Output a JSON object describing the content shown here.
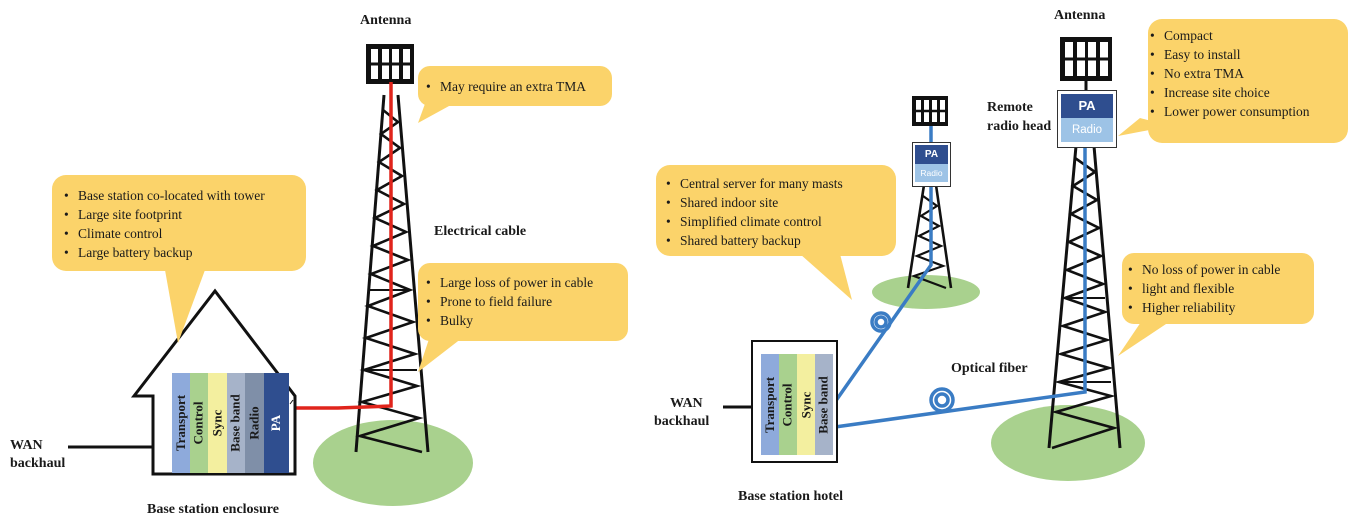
{
  "left": {
    "antenna_label": "Antenna",
    "tma_callout": [
      "May require an extra TMA"
    ],
    "enclosure_callout": [
      "Base station co-located with tower",
      "Large site footprint",
      "Climate control",
      "Large battery backup"
    ],
    "cable_label": "Electrical cable",
    "cable_callout": [
      "Large loss of power in cable",
      "Prone to field failure",
      "Bulky"
    ],
    "modules": [
      "Transport",
      "Control",
      "Sync",
      "Base band",
      "Radio",
      "PA"
    ],
    "wan_label_1": "WAN",
    "wan_label_2": "backhaul",
    "enclosure_label": "Base station enclosure"
  },
  "right": {
    "antenna_label": "Antenna",
    "rrh_label_1": "Remote",
    "rrh_label_2": "radio head",
    "rrh_callout": [
      "Compact",
      "Easy to install",
      "No extra TMA",
      "Increase site choice",
      "Lower power consumption"
    ],
    "hotel_callout": [
      "Central server for many masts",
      "Shared indoor site",
      "Simplified climate control",
      "Shared battery backup"
    ],
    "fiber_callout": [
      "No loss of power in cable",
      "light and flexible",
      "Higher reliability"
    ],
    "fiber_label": "Optical fiber",
    "modules": [
      "Transport",
      "Control",
      "Sync",
      "Base band"
    ],
    "small_rrh": {
      "pa": "PA",
      "radio": "Radio"
    },
    "big_rrh": {
      "pa": "PA",
      "radio": "Radio"
    },
    "wan_label_1": "WAN",
    "wan_label_2": "backhaul",
    "hotel_label": "Base station hotel"
  },
  "colors": {
    "callout": "#fbd36a",
    "ground": "#a9d18e",
    "electrical_cable": "#e0241b",
    "optical_fiber": "#3a7cc4",
    "transport": "#8eaadb",
    "control": "#a9d18e",
    "sync": "#f3ef9f",
    "baseband": "#a6b3c9",
    "radio": "#7f8fa8",
    "pa": "#2f4e8f"
  }
}
